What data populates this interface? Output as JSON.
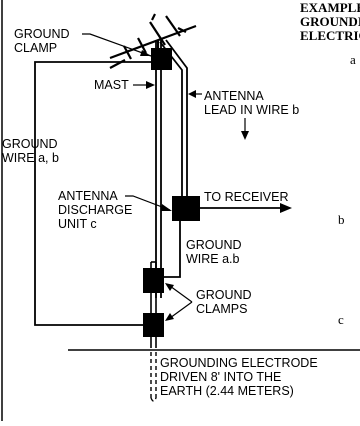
{
  "header": {
    "line1": "EXAMPLE OF ANTENNA",
    "line2": "GROUNDING AS PER NATIONAL",
    "line3": "ELECTRICAL CODE"
  },
  "side_notes": {
    "a": "a",
    "b": "b",
    "c": "c"
  },
  "labels": {
    "ground_clamp_top_1": "GROUND",
    "ground_clamp_top_2": "CLAMP",
    "mast": "MAST",
    "antenna_lead_1": "ANTENNA",
    "antenna_lead_2": "LEAD IN WIRE b",
    "ground_wire_left_1": "GROUND",
    "ground_wire_left_2": "WIRE a, b",
    "discharge_1": "ANTENNA",
    "discharge_2": "DISCHARGE",
    "discharge_3": "UNIT c",
    "to_receiver": "TO RECEIVER",
    "ground_wire_mid_1": "GROUND",
    "ground_wire_mid_2": "WIRE a.b",
    "ground_clamps_1": "GROUND",
    "ground_clamps_2": "CLAMPS",
    "electrode_1": "GROUNDING ELECTRODE",
    "electrode_2": "DRIVEN 8' INTO THE",
    "electrode_3": "EARTH (2.44 METERS)"
  },
  "colors": {
    "ink": "#000000",
    "paper": "#ffffff"
  }
}
